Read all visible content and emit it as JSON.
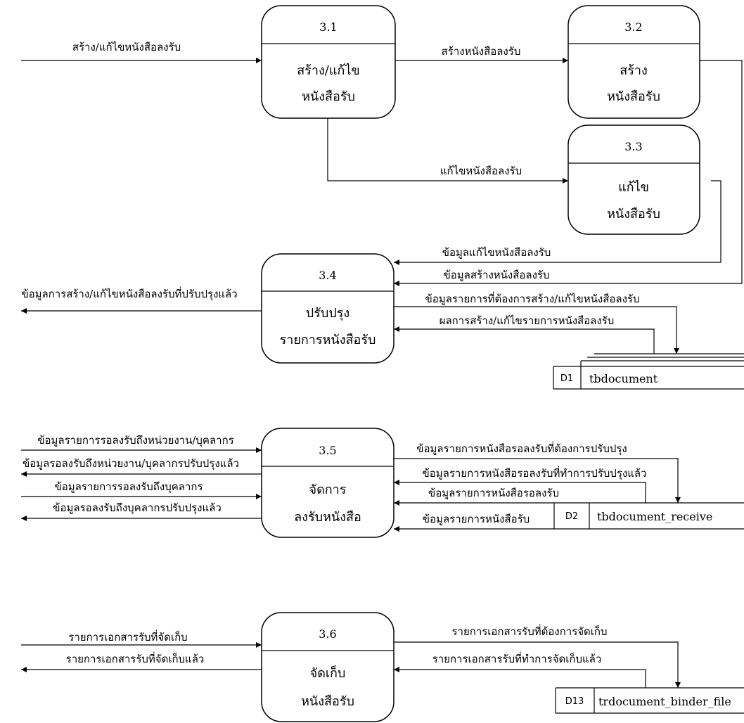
{
  "processes": {
    "p31": {
      "id": "3.1",
      "line1": "สร้าง/แก้ไข",
      "line2": "หนังสือรับ"
    },
    "p32": {
      "id": "3.2",
      "line1": "สร้าง",
      "line2": "หนังสือรับ"
    },
    "p33": {
      "id": "3.3",
      "line1": "แก้ไข",
      "line2": "หนังสือรับ"
    },
    "p34": {
      "id": "3.4",
      "line1": "ปรับปรุง",
      "line2": "รายการหนังสือรับ"
    },
    "p35": {
      "id": "3.5",
      "line1": "จัดการ",
      "line2": "ลงรับหนังสือ"
    },
    "p36": {
      "id": "3.6",
      "line1": "จัดเก็บ",
      "line2": "หนังสือรับ"
    }
  },
  "stores": {
    "d1": {
      "id": "D1",
      "name": "tbdocument"
    },
    "d2": {
      "id": "D2",
      "name": "tbdocument_receive"
    },
    "d13": {
      "id": "D13",
      "name": "trdocument_binder_file"
    }
  },
  "flows": {
    "in_31": "สร้าง/แก้ไขหนังสือลงรับ",
    "f31_32": "สร้างหนังสือลงรับ",
    "f31_33": "แก้ไขหนังสือลงรับ",
    "f33_34": "ข้อมูลแก้ไขหนังสือลงรับ",
    "f32_34": "ข้อมูลสร้างหนังสือลงรับ",
    "out_34": "ข้อมูลการสร้าง/แก้ไขหนังสือลงรับที่ปรับปรุงแล้ว",
    "f34_d1": "ข้อมูลรายการที่ต้องการสร้าง/แก้ไขหนังสือลงรับ",
    "fd1_34": "ผลการสร้าง/แก้ไขรายการหนังสือลงรับ",
    "in_35a": "ข้อมูลรายการรอลงรับถึงหน่วยงาน/บุคลากร",
    "out_35a": "ข้อมูลรอลงรับถึงหน่วยงาน/บุคลากรปรับปรุงแล้ว",
    "in_35b": "ข้อมูลรายการรอลงรับถึงบุคลากร",
    "out_35b": "ข้อมูลรอลงรับถึงบุคลากรปรับปรุงแล้ว",
    "f35_d2": "ข้อมูลรายการหนังสือรอลงรับที่ต้องการปรับปรุง",
    "fd2_35a": "ข้อมูลรายการหนังสือรอลงรับที่ทำการปรับปรุงแล้ว",
    "fd2_35b": "ข้อมูลรายการหนังสือรอลงรับ",
    "fd2_35c": "ข้อมูลรายการหนังสือรับ",
    "in_36": "รายการเอกสารรับที่จัดเก็บ",
    "out_36": "รายการเอกสารรับที่จัดเก็บแล้ว",
    "f36_d13": "รายการเอกสารรับที่ต้องการจัดเก็บ",
    "fd13_36": "รายการเอกสารรับที่ทำการจัดเก็บแล้ว"
  }
}
